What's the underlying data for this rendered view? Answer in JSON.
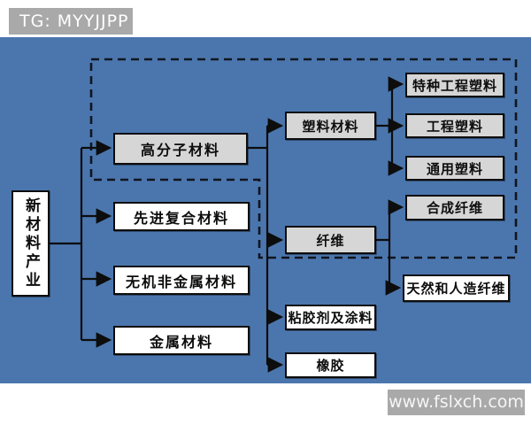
{
  "badge": {
    "text": "TG: MYYJJPP"
  },
  "watermark": {
    "text": "www.fslxch.com"
  },
  "colors": {
    "canvas_blue": "#4b76ad",
    "highlight_box_gray": "#d6d6d6",
    "plain_box_white": "#ffffff",
    "line_black": "#0d0d0d",
    "badge_gray": "#a9a9a9"
  },
  "diagram": {
    "root": {
      "label": "新材料产业"
    },
    "level1": [
      {
        "label": "高分子材料",
        "highlighted": true
      },
      {
        "label": "先进复合材料",
        "highlighted": false
      },
      {
        "label": "无机非金属材料",
        "highlighted": false
      },
      {
        "label": "金属材料",
        "highlighted": false
      }
    ],
    "level2": [
      {
        "label": "塑料材料",
        "highlighted": true
      },
      {
        "label": "纤维",
        "highlighted": true
      },
      {
        "label": "粘胶剂及涂料",
        "highlighted": false
      },
      {
        "label": "橡胶",
        "highlighted": false
      }
    ],
    "level3_plastics": [
      {
        "label": "特种工程塑料",
        "highlighted": true
      },
      {
        "label": "工程塑料",
        "highlighted": true
      },
      {
        "label": "通用塑料",
        "highlighted": true
      }
    ],
    "level3_fibers": [
      {
        "label": "合成纤维",
        "highlighted": true
      },
      {
        "label": "天然和人造纤维",
        "highlighted": false
      }
    ]
  }
}
